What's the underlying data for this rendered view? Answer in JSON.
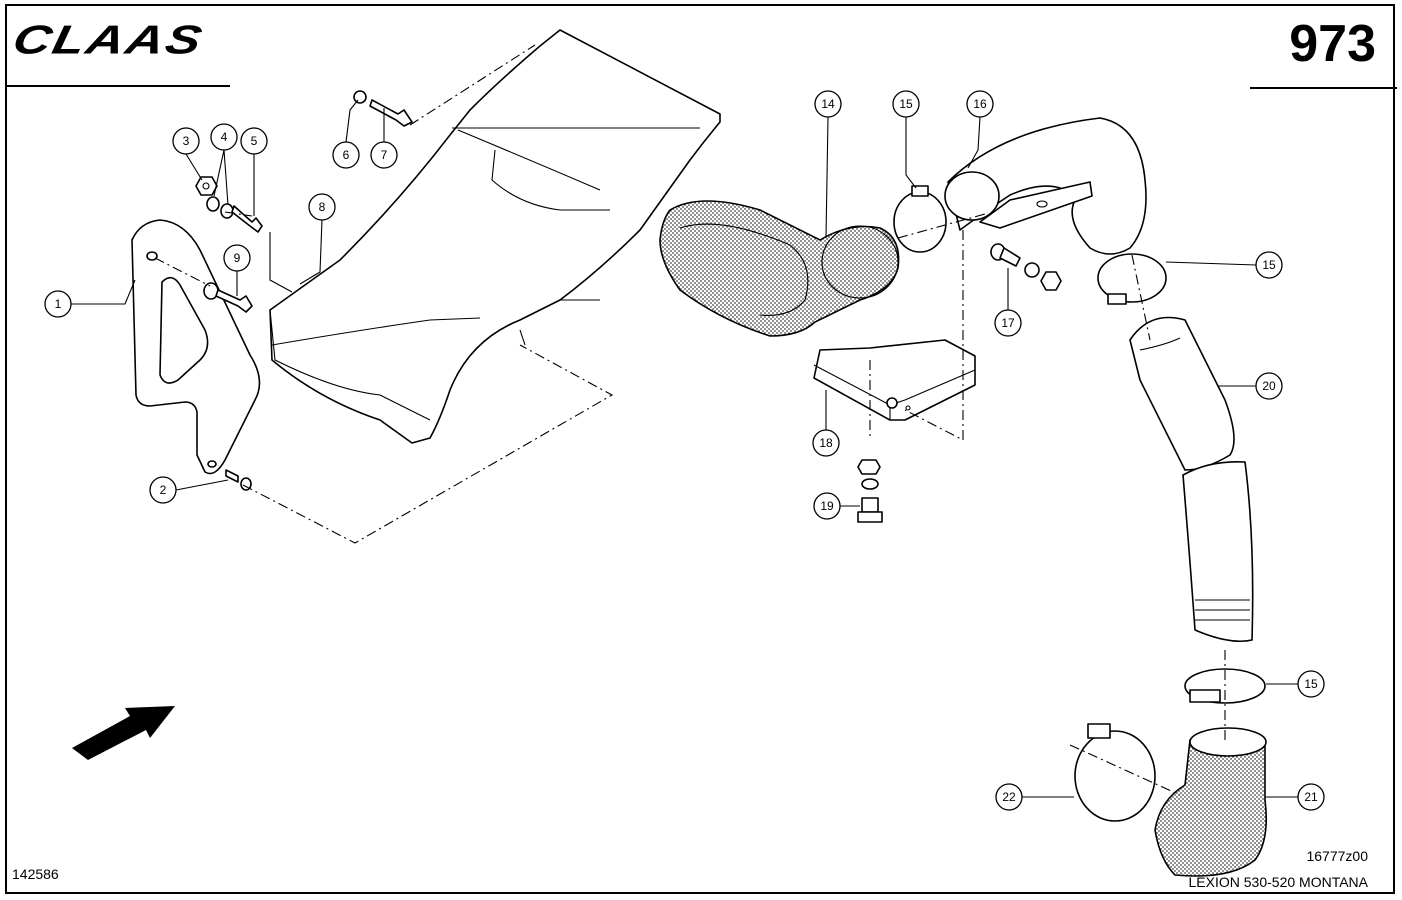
{
  "header": {
    "brand": "CLAAS",
    "page_number": "973"
  },
  "footer": {
    "catalog_number": "142586",
    "drawing_ref": "16777z00",
    "model": "LEXION 530-520 MONTANA"
  },
  "callouts": [
    {
      "id": "c1",
      "label": "1"
    },
    {
      "id": "c2",
      "label": "2"
    },
    {
      "id": "c3",
      "label": "3"
    },
    {
      "id": "c4",
      "label": "4"
    },
    {
      "id": "c5",
      "label": "5"
    },
    {
      "id": "c6",
      "label": "6"
    },
    {
      "id": "c7",
      "label": "7"
    },
    {
      "id": "c8",
      "label": "8"
    },
    {
      "id": "c9",
      "label": "9"
    },
    {
      "id": "c14",
      "label": "14"
    },
    {
      "id": "c15a",
      "label": "15"
    },
    {
      "id": "c15b",
      "label": "15"
    },
    {
      "id": "c15c",
      "label": "15"
    },
    {
      "id": "c16",
      "label": "16"
    },
    {
      "id": "c17",
      "label": "17"
    },
    {
      "id": "c18",
      "label": "18"
    },
    {
      "id": "c19",
      "label": "19"
    },
    {
      "id": "c20",
      "label": "20"
    },
    {
      "id": "c21",
      "label": "21"
    },
    {
      "id": "c22",
      "label": "22"
    }
  ]
}
